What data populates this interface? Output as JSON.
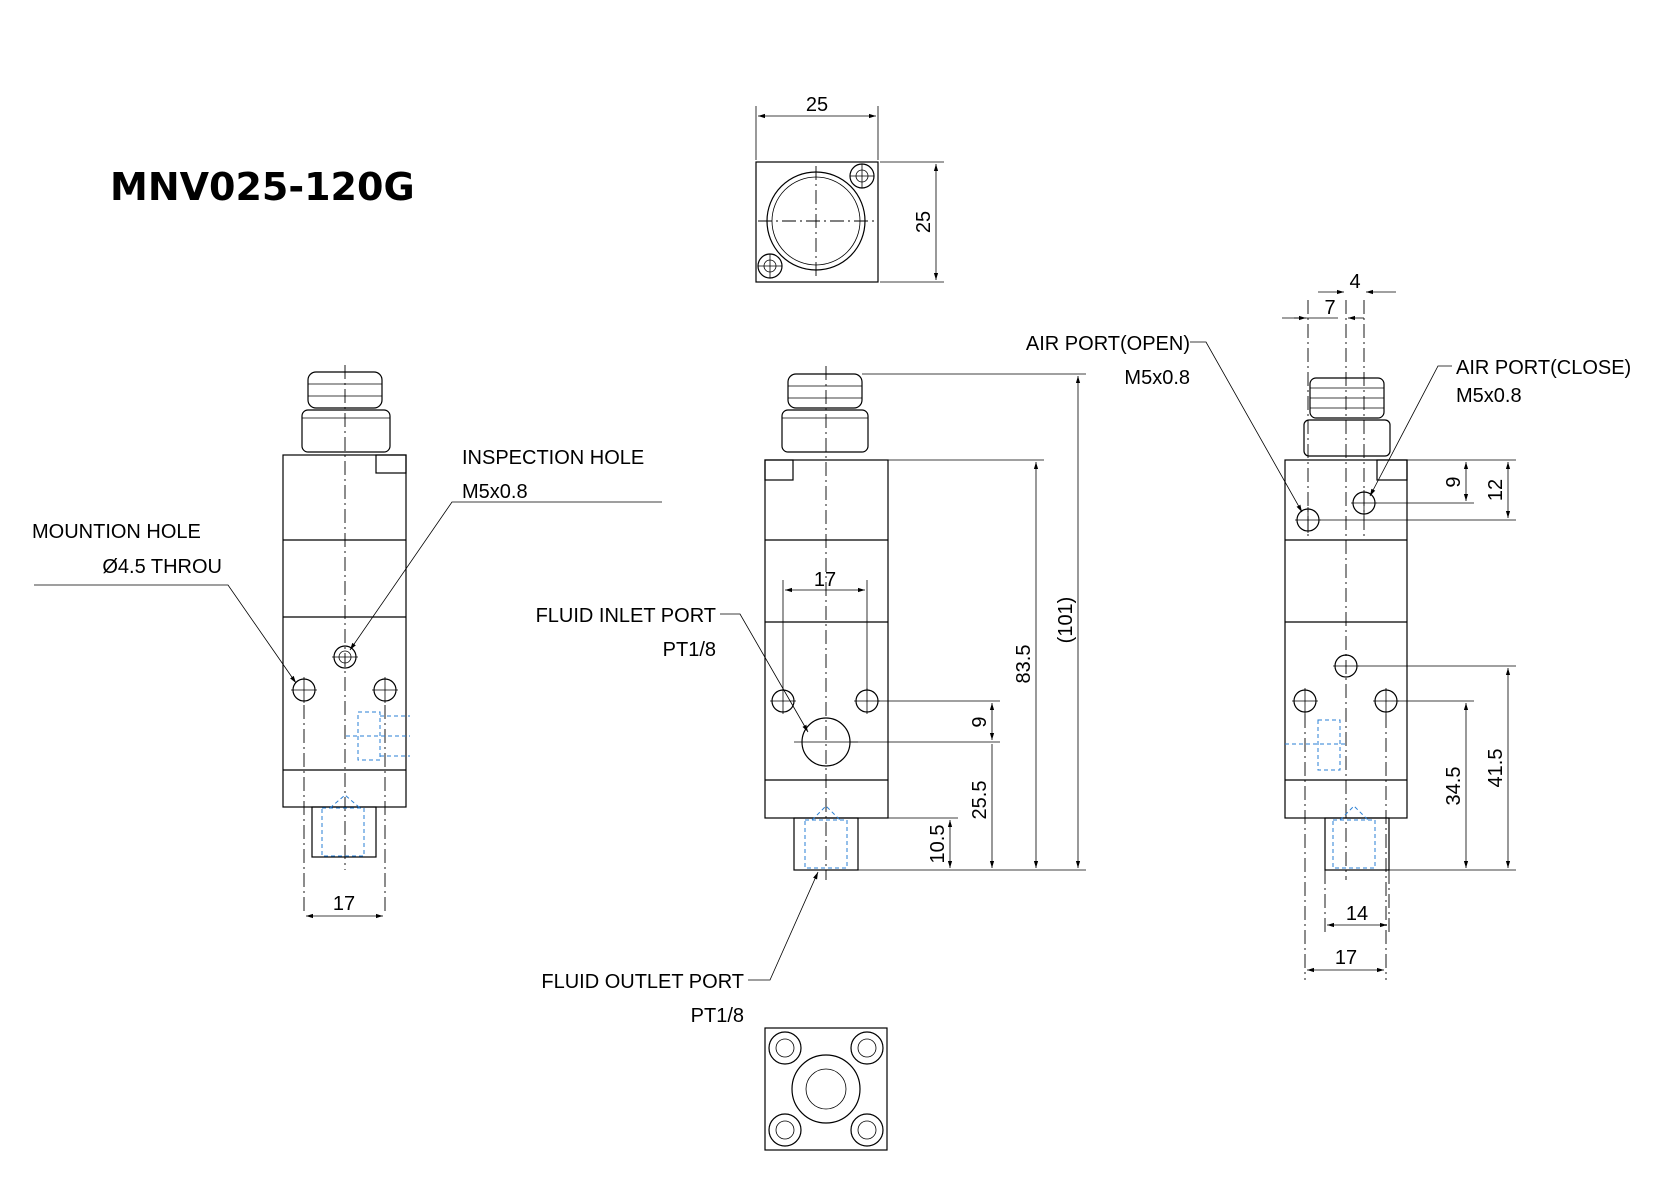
{
  "title": "MNV025-120G",
  "callouts": {
    "mount_hole": [
      "MOUNTION HOLE",
      "Ø4.5 THROU"
    ],
    "inspection_hole": [
      "INSPECTION HOLE",
      "M5x0.8"
    ],
    "fluid_inlet": [
      "FLUID INLET PORT",
      "PT1/8"
    ],
    "fluid_outlet": [
      "FLUID OUTLET PORT",
      "PT1/8"
    ],
    "air_open": [
      "AIR PORT(OPEN)",
      "M5x0.8"
    ],
    "air_close": [
      "AIR PORT(CLOSE)",
      "M5x0.8"
    ]
  },
  "dims": {
    "top_width": "25",
    "top_height": "25",
    "left_width": "17",
    "front_17": "17",
    "front_9": "9",
    "front_25_5": "25.5",
    "front_10_5": "10.5",
    "front_83_5": "83.5",
    "front_101": "(101)",
    "right_4": "4",
    "right_7": "7",
    "right_9": "9",
    "right_12": "12",
    "right_34_5": "34.5",
    "right_41_5": "41.5",
    "right_14": "14",
    "right_17": "17"
  },
  "colors": {
    "line": "#000000",
    "hidden": "#2a7fd4"
  },
  "icons": [
    "diameter-symbol",
    "arrowhead"
  ]
}
